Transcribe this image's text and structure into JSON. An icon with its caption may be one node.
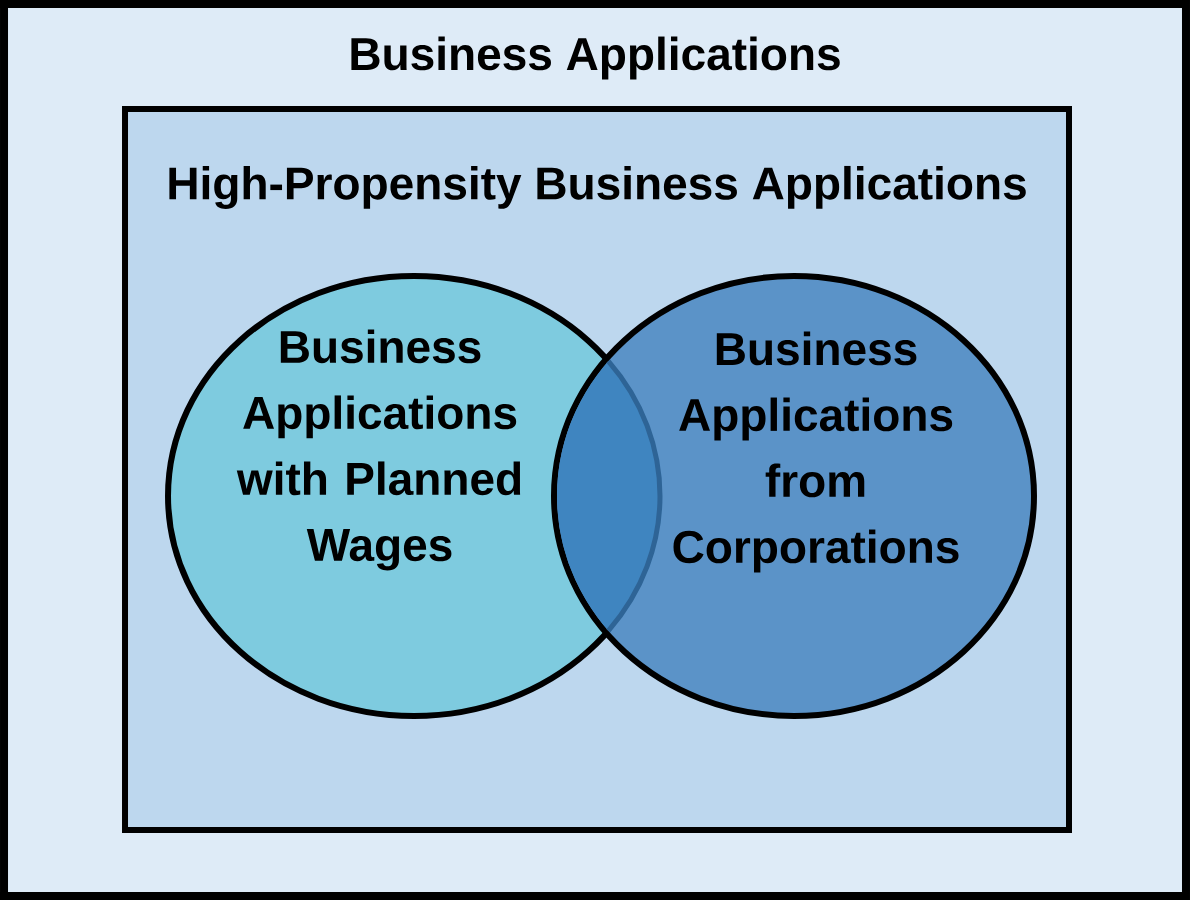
{
  "diagram": {
    "nodes": [
      {
        "text": [
          "Business Applications"
        ]
      },
      {
        "text": [
          "High-Propensity Business Applications"
        ],
        "in": 0
      },
      {
        "text": [
          "Business Applications with Planned Wages"
        ],
        "in": 1
      },
      {
        "text": [
          "Business Applications from Corporations"
        ],
        "in": 1
      }
    ]
  }
}
